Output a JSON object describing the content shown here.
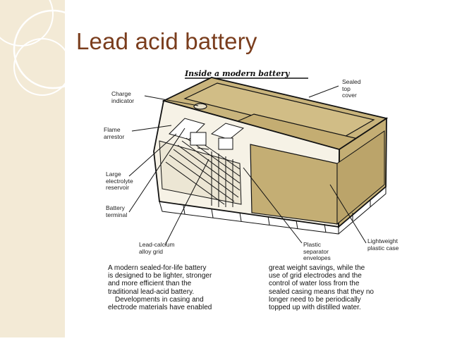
{
  "slide": {
    "title": "Lead acid battery"
  },
  "diagram": {
    "heading": "Inside a modern battery",
    "labels": {
      "charge_indicator": [
        "Charge",
        "indicator"
      ],
      "flame_arrestor": [
        "Flame",
        "arrestor"
      ],
      "electrolyte_reservoir": [
        "Large",
        "electrolyte",
        "reservoir"
      ],
      "battery_terminal": [
        "Battery",
        "terminal"
      ],
      "grid": [
        "Lead-calcium",
        "alloy grid"
      ],
      "top_cover": [
        "Sealed",
        "top",
        "cover"
      ],
      "separator": [
        "Plastic",
        "separator",
        "envelopes"
      ],
      "plastic_case": [
        "Lightweight",
        "plastic case"
      ]
    },
    "caption_left": [
      "A modern sealed-for-life battery",
      "is designed to be lighter, stronger",
      "and more efficient than the",
      "traditional lead-acid battery.",
      "Developments in casing and",
      "electrode materials have enabled"
    ],
    "caption_right": [
      "great weight savings, while the",
      "use of grid electrodes and the",
      "control of water loss from the",
      "sealed casing means that they no",
      "longer need to be periodically",
      "topped up with distilled water."
    ]
  },
  "colors": {
    "accent_strip": "#f3ead6",
    "title": "#7a3d1d",
    "case_fill": "#c4ae74",
    "line_art": "#111111"
  }
}
